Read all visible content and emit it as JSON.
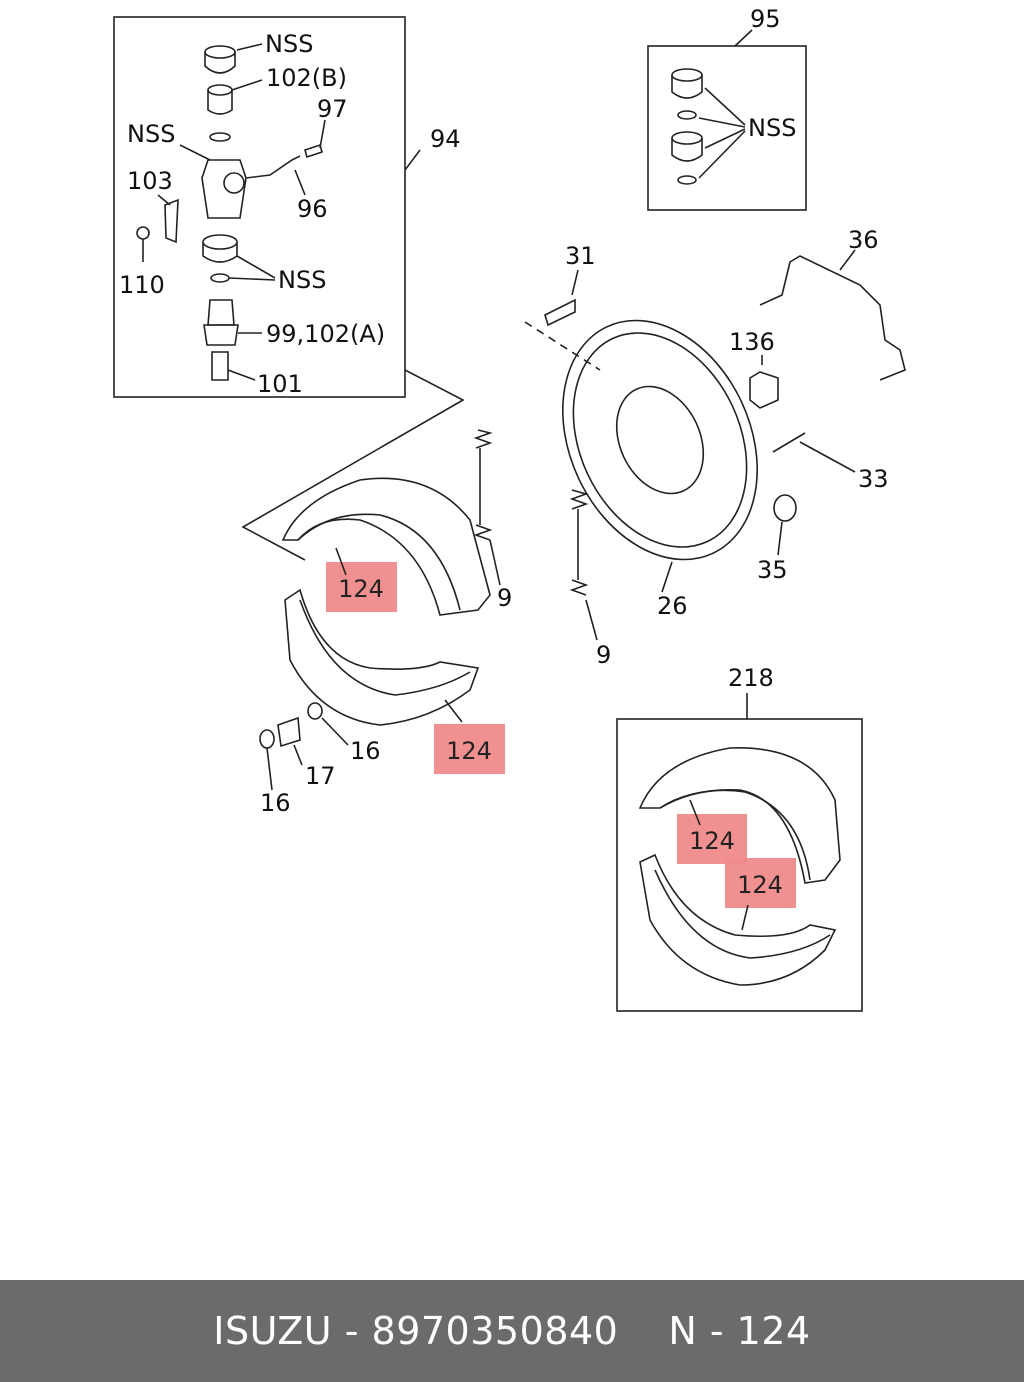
{
  "labels": {
    "nss_top": "NSS",
    "p102b": "102(B)",
    "p97": "97",
    "nss_mid": "NSS",
    "p94": "94",
    "p103": "103",
    "p96": "96",
    "p110": "110",
    "nss_low": "NSS",
    "p99_102a": "99,102(A)",
    "p101": "101",
    "p95": "95",
    "nss_kit": "NSS",
    "p31": "31",
    "p36": "36",
    "p136": "136",
    "p33": "33",
    "p35": "35",
    "p26": "26",
    "p9a": "9",
    "p9b": "9",
    "p16a": "16",
    "p17": "17",
    "p16b": "16",
    "p218": "218"
  },
  "highlights": [
    "124",
    "124",
    "124",
    "124"
  ],
  "highlight_color": "#f08a8a",
  "footer": {
    "brand": "ISUZU",
    "separator": "-",
    "part_number": "8970350840",
    "ref_prefix": "N",
    "ref_separator": "-",
    "ref_number": "124"
  }
}
